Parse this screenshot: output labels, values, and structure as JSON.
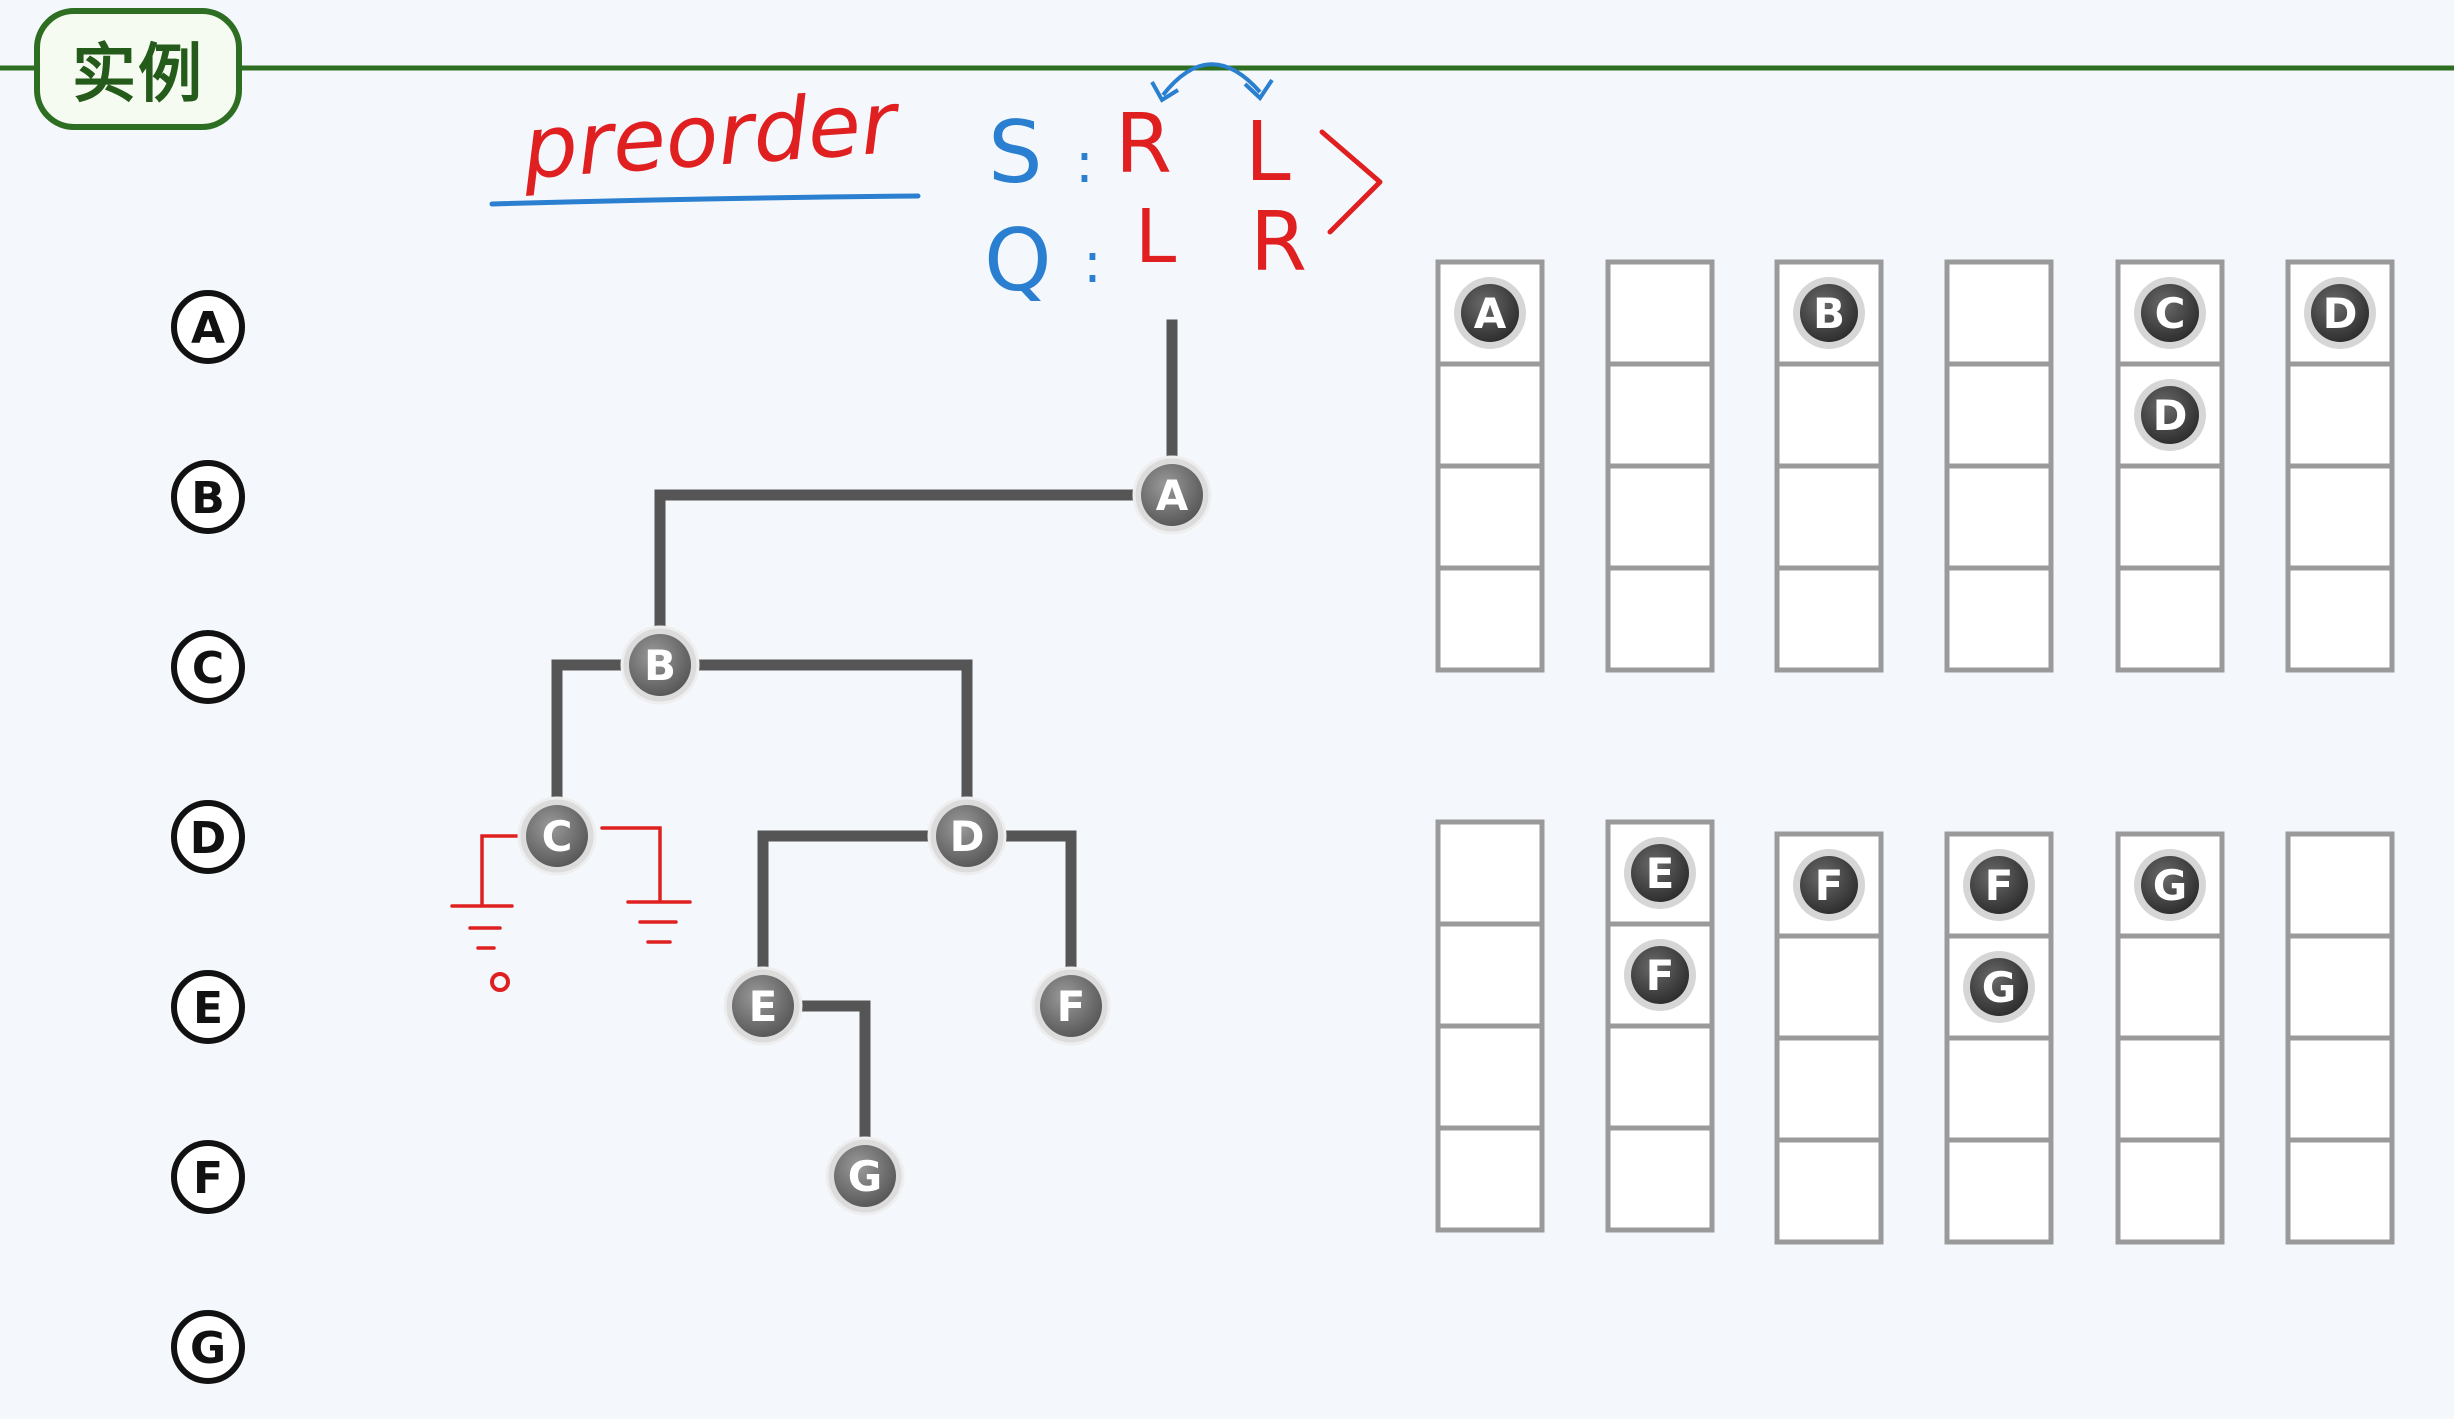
{
  "header": {
    "title": "实例",
    "accent_color": "#2d6e22"
  },
  "annotation": {
    "word": "preorder",
    "s_label": "S",
    "q_label": "Q",
    "colon": ":",
    "s_order": [
      "R",
      "L"
    ],
    "q_order": [
      "L",
      "R"
    ],
    "ink_red": "#e02020",
    "ink_blue": "#2a7fd0",
    "swap_arrow_icon": "curved-double-arrow-icon",
    "bracket_icon": "angle-bracket-icon"
  },
  "node_list": [
    "A",
    "B",
    "C",
    "D",
    "E",
    "F",
    "G"
  ],
  "tree": {
    "root": "A",
    "nodes": [
      "A",
      "B",
      "C",
      "D",
      "E",
      "F",
      "G"
    ],
    "edges": [
      [
        "A",
        "B"
      ],
      [
        "B",
        "C"
      ],
      [
        "B",
        "D"
      ],
      [
        "D",
        "E"
      ],
      [
        "D",
        "F"
      ],
      [
        "E",
        "G"
      ]
    ],
    "null_markers": [
      "ground-symbol-icon",
      "ground-symbol-icon"
    ]
  },
  "stacks": [
    [
      "A"
    ],
    [],
    [
      "B"
    ],
    [],
    [
      "C",
      "D"
    ],
    [
      "D"
    ],
    [],
    [
      "E",
      "F"
    ],
    [
      "F"
    ],
    [
      "F",
      "G"
    ],
    [
      "G"
    ],
    []
  ],
  "colors": {
    "tree_line": "#555555",
    "node_fill": "#6e6e6e",
    "chip_fill": "#3c3c3c",
    "stack_border": "#9a9a9a",
    "divider": "#2d6e22"
  }
}
